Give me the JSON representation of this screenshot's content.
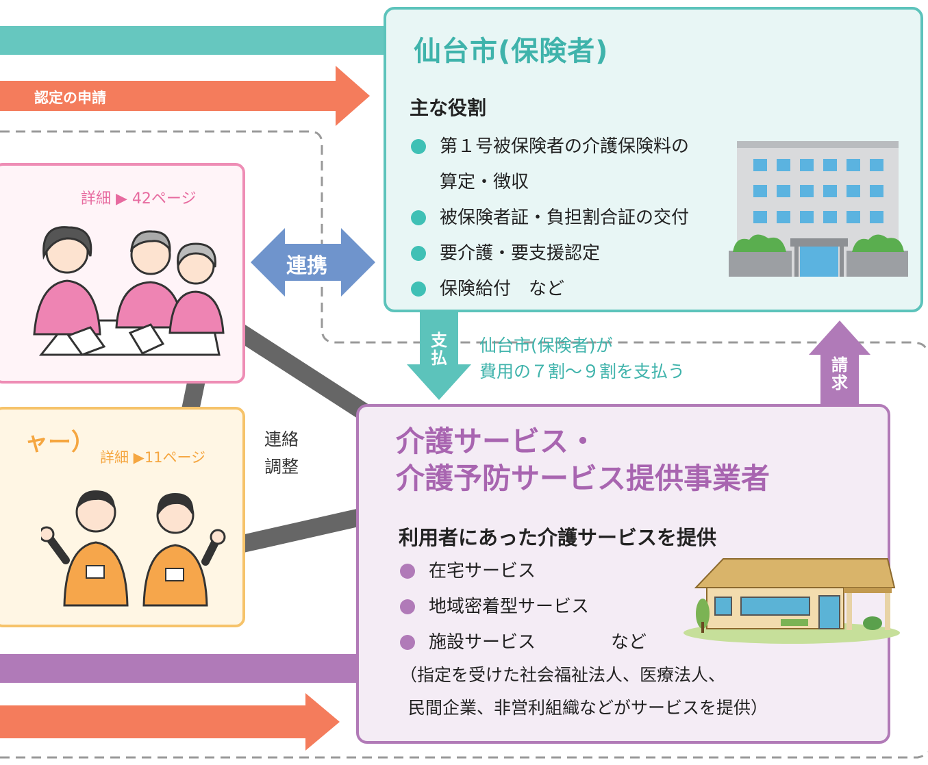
{
  "colors": {
    "teal": "#5cc3bb",
    "orange_arrow": "#f47c5c",
    "purple": "#b07ab8",
    "pink": "#ee8db5",
    "yellow": "#f6c36a",
    "blue_arrow": "#6f94cc",
    "gray_line": "#666666"
  },
  "application_arrow": {
    "label": "認定の申請"
  },
  "city": {
    "title": "仙台市(保険者)",
    "roles_heading": "主な役割",
    "roles": [
      "第１号被保険者の介護保険料の",
      "被保険者証・負担割合証の交付",
      "要介護・要支援認定",
      "保険給付　など"
    ],
    "roles_continuation": "算定・徴収",
    "building_icon": "office-building-icon"
  },
  "cooperation_arrow": {
    "label": "連携"
  },
  "payment": {
    "arrow_label": "支払",
    "note_line1": "仙台市(保険者)が",
    "note_line2": "費用の７割～９割を支払う"
  },
  "billing_arrow": {
    "label": "請求"
  },
  "pink_box": {
    "detail": "詳細 ▶ 42ページ",
    "illustration_icon": "consultation-people-icon"
  },
  "orange_box": {
    "title_fragment": "ャー）",
    "detail": "詳細 ▶11ページ",
    "illustration_icon": "care-staff-icon"
  },
  "coordination_label": "連絡調整",
  "provider": {
    "title_line1": "介護サービス・",
    "title_line2": "介護予防サービス提供事業者",
    "heading": "利用者にあった介護サービスを提供",
    "services": [
      "在宅サービス",
      "地域密着型サービス",
      "施設サービス"
    ],
    "services_suffix": "など",
    "note_line1": "（指定を受けた社会福祉法人、医療法人、",
    "note_line2": "民間企業、非営利組織などがサービスを提供）",
    "house_icon": "care-facility-house-icon"
  }
}
